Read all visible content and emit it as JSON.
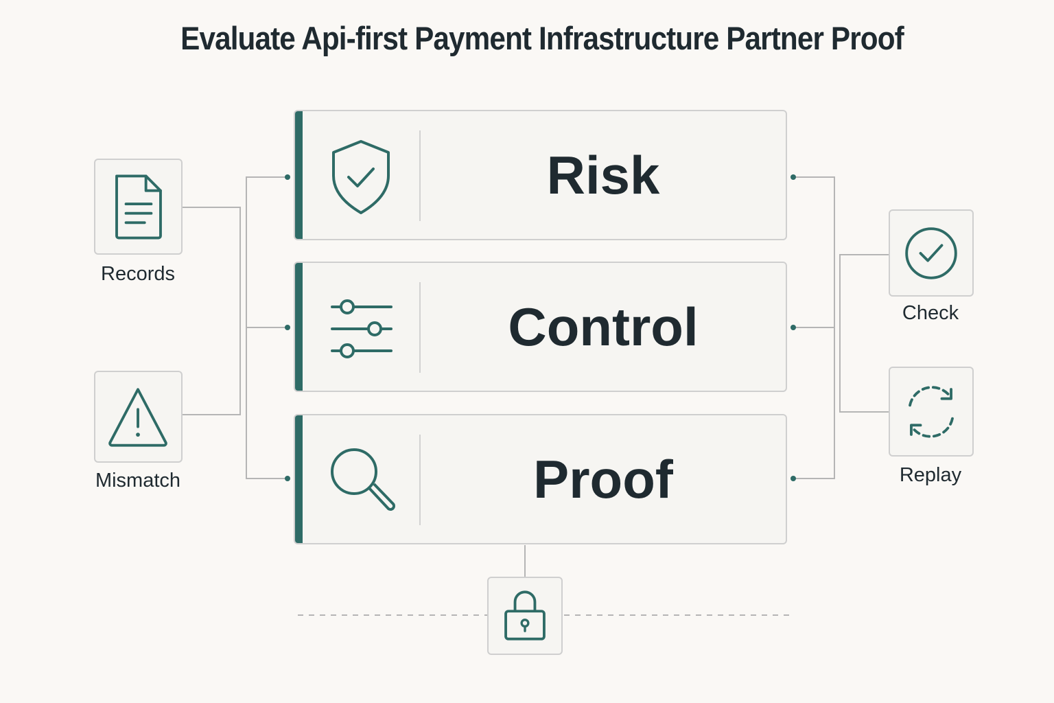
{
  "title": "Evaluate Api-first Payment Infrastructure Partner Proof",
  "colors": {
    "accent": "#2e6b66",
    "line": "#b5b5b5",
    "border": "#cfcfcf",
    "background": "#faf8f5",
    "text": "#1f2a30"
  },
  "cards": [
    {
      "label": "Risk",
      "icon": "shield-check-icon"
    },
    {
      "label": "Control",
      "icon": "sliders-icon"
    },
    {
      "label": "Proof",
      "icon": "magnifier-icon"
    }
  ],
  "left_items": [
    {
      "label": "Records",
      "icon": "document-icon"
    },
    {
      "label": "Mismatch",
      "icon": "warning-icon"
    }
  ],
  "right_items": [
    {
      "label": "Check",
      "icon": "check-circle-icon"
    },
    {
      "label": "Replay",
      "icon": "replay-icon"
    }
  ],
  "bottom_item": {
    "icon": "lock-icon"
  }
}
